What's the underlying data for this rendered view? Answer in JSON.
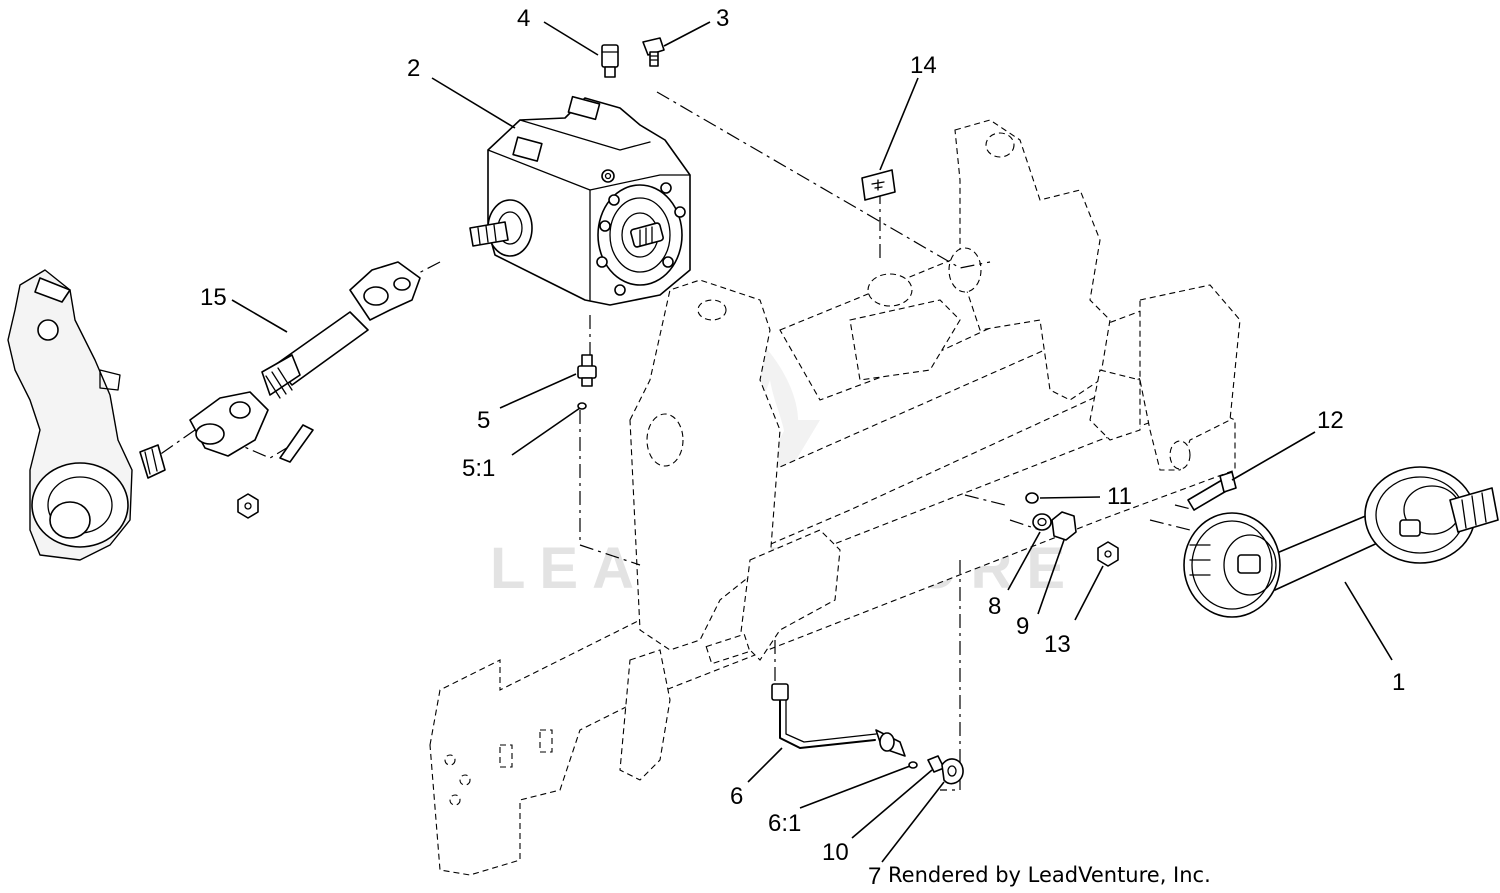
{
  "watermark": "LEADVENTURE",
  "credit": "Rendered by LeadVenture, Inc.",
  "callouts": [
    {
      "id": "c4",
      "label": "4"
    },
    {
      "id": "c3",
      "label": "3"
    },
    {
      "id": "c2",
      "label": "2"
    },
    {
      "id": "c14",
      "label": "14"
    },
    {
      "id": "c15",
      "label": "15"
    },
    {
      "id": "c5",
      "label": "5"
    },
    {
      "id": "c51",
      "label": "5:1"
    },
    {
      "id": "c12",
      "label": "12"
    },
    {
      "id": "c11",
      "label": "11"
    },
    {
      "id": "c8",
      "label": "8"
    },
    {
      "id": "c9",
      "label": "9"
    },
    {
      "id": "c13",
      "label": "13"
    },
    {
      "id": "c1",
      "label": "1"
    },
    {
      "id": "c6",
      "label": "6"
    },
    {
      "id": "c61",
      "label": "6:1"
    },
    {
      "id": "c10",
      "label": "10"
    },
    {
      "id": "c7",
      "label": "7"
    }
  ]
}
